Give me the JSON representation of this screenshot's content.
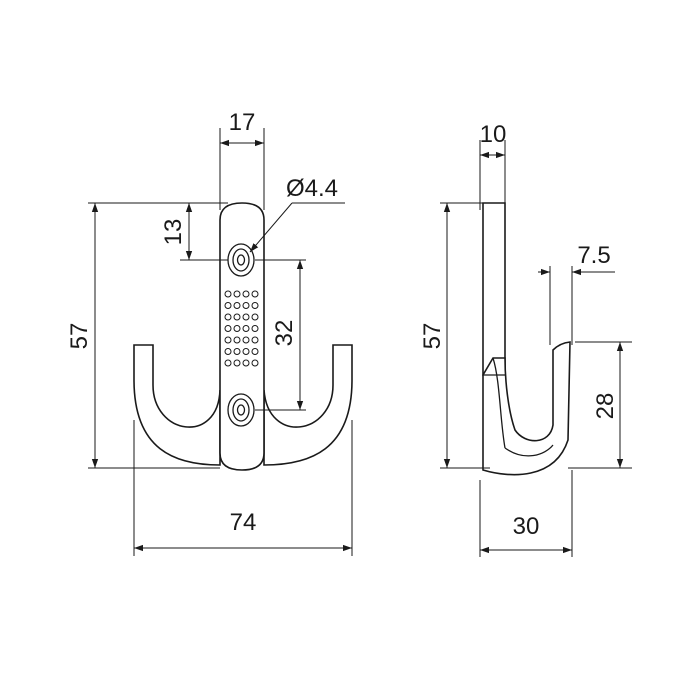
{
  "front_view": {
    "dim_width_top": "17",
    "dim_hole_diameter": "Ø4.4",
    "dim_top_to_hole": "13",
    "dim_height": "57",
    "dim_hole_spacing": "32",
    "dim_overall_width": "74"
  },
  "side_view": {
    "dim_thickness": "10",
    "dim_height": "57",
    "dim_tip_width": "7.5",
    "dim_hook_height": "28",
    "dim_depth": "30"
  }
}
